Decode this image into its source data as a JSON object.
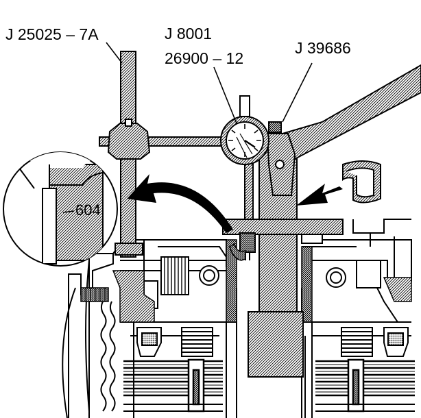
{
  "labels": {
    "tool_stand": "J 25025 – 7A",
    "dial_indicator_1": "J 8001",
    "dial_indicator_2": "26900 – 12",
    "adapter": "J 39686",
    "detail_ref": "604"
  }
}
